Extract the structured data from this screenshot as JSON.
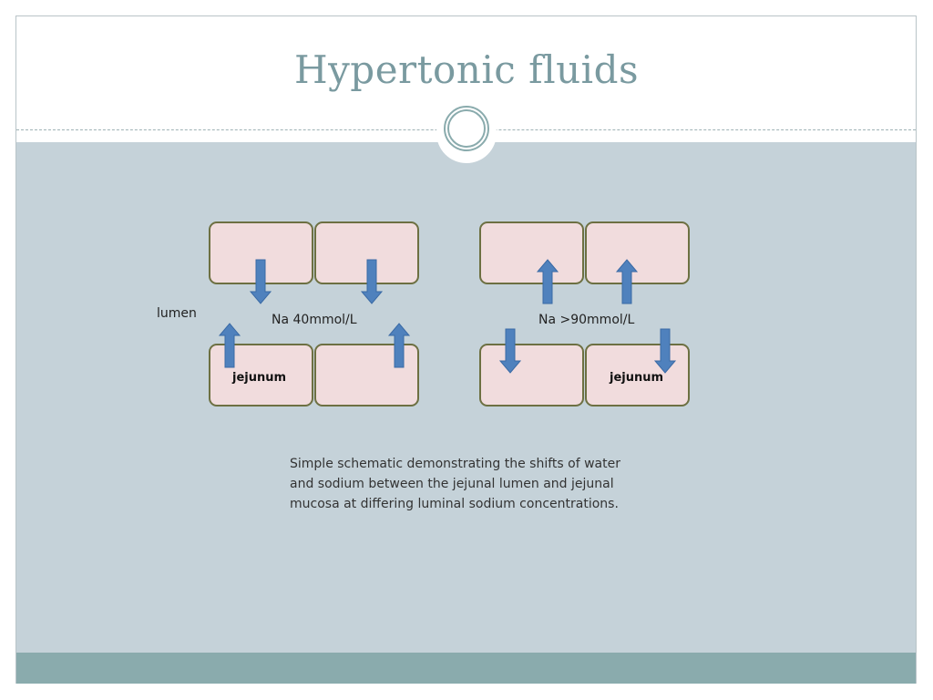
{
  "slide": {
    "title": "Hypertonic fluids"
  },
  "diagram": {
    "lumen_label": "lumen",
    "left_panel": {
      "na_label": "Na 40mmol/L",
      "jejunum_label": "jejunum"
    },
    "right_panel": {
      "na_label": "Na >90mmol/L",
      "jejunum_label": "jejunum"
    },
    "caption_lines": [
      "Simple schematic demonstrating the shifts of water",
      "and sodium between the jejunal lumen and jejunal",
      "mucosa at differing luminal sodium concentrations."
    ]
  },
  "colors": {
    "accent": "#8aabad",
    "title": "#7a9aa0",
    "content_bg": "#c5d2d9",
    "cell_fill": "#f1dcdd",
    "cell_border": "#6d7042",
    "arrow_fill": "#4f81bd"
  }
}
